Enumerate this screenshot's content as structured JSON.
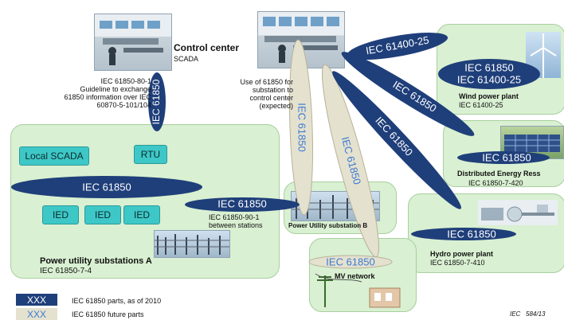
{
  "control_center": {
    "title": "Control center",
    "subtitle": "SCADA",
    "guideline_text": [
      "IEC 61850-80-1",
      "Guideline to exchange",
      "61850 information over IEC",
      "60870-5-101/104"
    ],
    "use_text": [
      "Use of 61850 for",
      "substation to",
      "control center",
      "(expected)"
    ]
  },
  "substation_a": {
    "local_scada": "Local SCADA",
    "rtu": "RTU",
    "bus_label": "IEC 61850",
    "ieds": [
      "IED",
      "IED",
      "IED"
    ],
    "title": "Power utility substations A",
    "standard": "IEC 61850-7-4"
  },
  "substation_b": {
    "label": "Power Utility substation B",
    "link_text": [
      "IEC 61850-90-1",
      "between stations"
    ]
  },
  "wind": {
    "title": "Wind power plant",
    "standard": "IEC 61400-25",
    "label_line1": "IEC 61850",
    "label_line2": "IEC 61400-25"
  },
  "der": {
    "title": "Distributed Energy Ress",
    "standard": "IEC 61850-7-420",
    "label": "IEC 61850"
  },
  "hydro": {
    "title": "Hydro power plant",
    "standard": "IEC 61850-7-410",
    "label": "IEC 61850"
  },
  "mv": {
    "title": "MV network",
    "label": "IEC 61850"
  },
  "links": {
    "cc_vertical": "IEC 61850",
    "cc_to_wind": "IEC 61400-25",
    "diag1": "IEC 61850",
    "diag2": "IEC 61850",
    "future1": "IEC 61850",
    "future2": "IEC 61850",
    "between": "IEC 61850"
  },
  "legend": [
    {
      "swatch": "XXX",
      "text": "IEC 61850 parts, as of 2010",
      "kind": "current"
    },
    {
      "swatch": "XXX",
      "text": "IEC 61850 future parts",
      "kind": "future"
    }
  ],
  "figure_id": "IEC   584/13",
  "colors": {
    "current": "#1f3f7a",
    "future": "#e4e1cf",
    "box_fill": "#d9f0d2",
    "tag_fill": "#3ec7c7"
  }
}
